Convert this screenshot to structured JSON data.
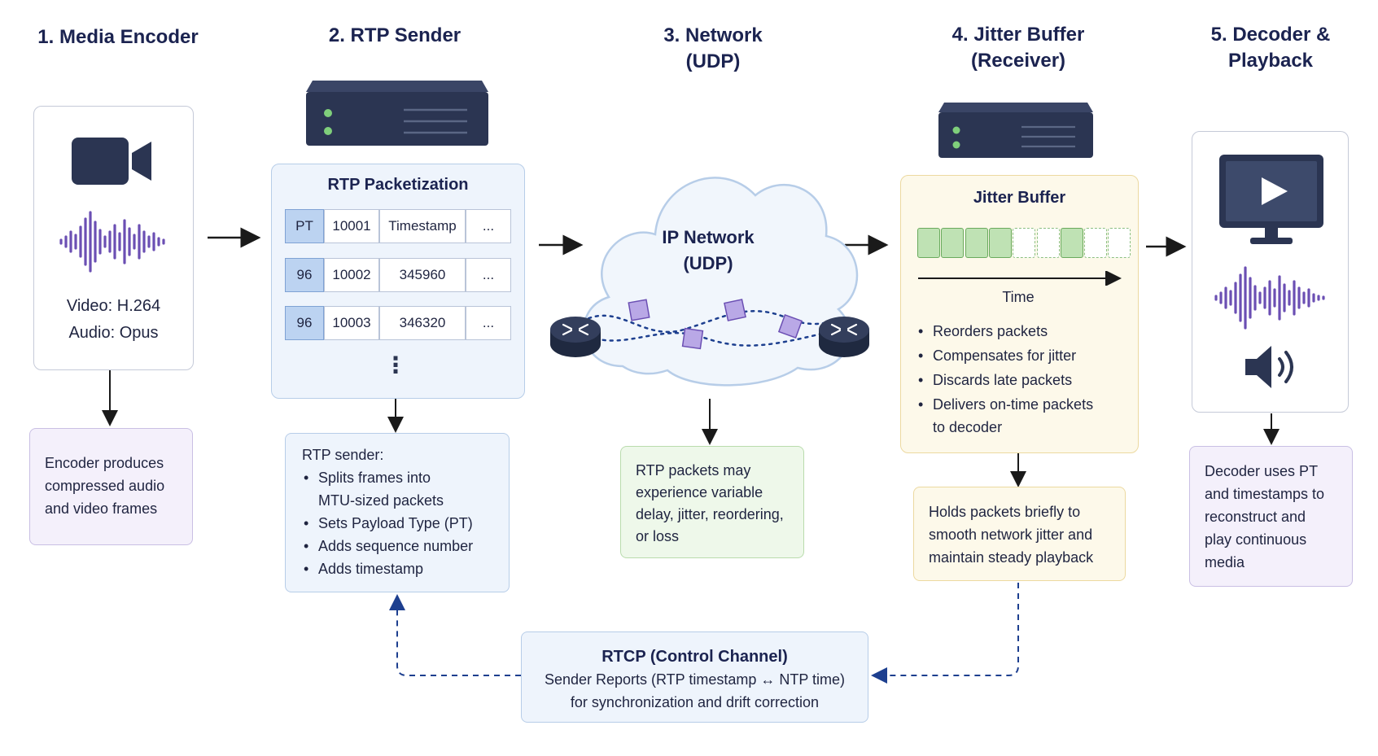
{
  "stages": {
    "s1": "1. Media Encoder",
    "s2": "2. RTP Sender",
    "s3_line1": "3. Network",
    "s3_line2": "(UDP)",
    "s4_line1": "4. Jitter Buffer",
    "s4_line2": "(Receiver)",
    "s5_line1": "5. Decoder &",
    "s5_line2": "Playback"
  },
  "encoder": {
    "video": "Video: H.264",
    "audio": "Audio: Opus",
    "note_lines": [
      "Encoder produces",
      "compressed audio",
      "and video frames"
    ]
  },
  "packetization": {
    "title": "RTP Packetization",
    "header": [
      "PT",
      "10001",
      "Timestamp",
      "..."
    ],
    "rows": [
      [
        "96",
        "10002",
        "345960",
        "..."
      ],
      [
        "96",
        "10003",
        "346320",
        "..."
      ]
    ],
    "more": "⋮"
  },
  "sender_note": {
    "heading": "RTP sender:",
    "bullets": [
      [
        "Splits frames into",
        "MTU-sized packets"
      ],
      [
        "Sets Payload Type (PT)"
      ],
      [
        "Adds sequence number"
      ],
      [
        "Adds timestamp"
      ]
    ]
  },
  "network": {
    "line1": "IP Network",
    "line2": "(UDP)",
    "note_lines": [
      "RTP packets may",
      "experience variable",
      "delay, jitter, reordering,",
      "or loss"
    ]
  },
  "jitter": {
    "title": "Jitter Buffer",
    "axis": "Time",
    "slots": [
      "full",
      "full",
      "full",
      "full",
      "empty",
      "empty",
      "full",
      "empty",
      "empty"
    ],
    "bullets": [
      [
        "Reorders packets"
      ],
      [
        "Compensates for jitter"
      ],
      [
        "Discards late packets"
      ],
      [
        "Delivers on-time packets",
        "to decoder"
      ]
    ],
    "note_lines": [
      "Holds packets briefly to",
      "smooth network jitter and",
      "maintain steady playback"
    ]
  },
  "decoder": {
    "note_lines": [
      "Decoder uses PT",
      "and timestamps to",
      "reconstruct and",
      "play continuous",
      "media"
    ]
  },
  "rtcp": {
    "title": "RTCP (Control Channel)",
    "line1": "Sender Reports (RTP timestamp ↔ NTP time)",
    "line2": "for synchronization and drift correction"
  },
  "colors": {
    "navy": "#1b2350",
    "device": "#2b3552",
    "waveform": "#6b4fb3",
    "packet": "#b9a8e6",
    "dashed": "#1d3f8f"
  },
  "icons": [
    "video-camera-icon",
    "waveform-icon",
    "server-icon",
    "router-icon",
    "monitor-play-icon",
    "speaker-icon"
  ]
}
